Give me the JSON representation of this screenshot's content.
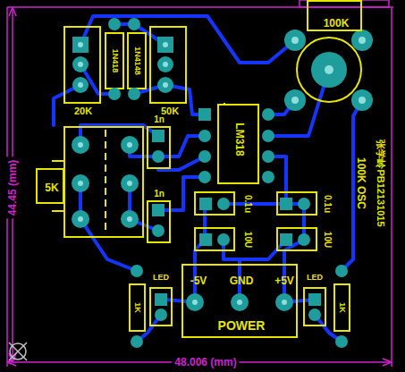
{
  "diagram": {
    "nodes": [
      {
        "text": [
          "100K"
        ]
      },
      {
        "text": [
          "5K"
        ]
      },
      {
        "text": [
          "LM318"
        ]
      },
      {
        "text": [
          "-5V",
          "GND",
          "+5V",
          "POWER"
        ]
      }
    ],
    "labels": [
      "1N418",
      "1N4148",
      "20K",
      "50K",
      "1n",
      "1n",
      "0.1u",
      "0.1u",
      "10U",
      "10U",
      "100K OSC",
      "张学岭PB12131015",
      "LED",
      "LED",
      "1K",
      "1K",
      "44.45 (mm)",
      "48.006 (mm)"
    ]
  }
}
